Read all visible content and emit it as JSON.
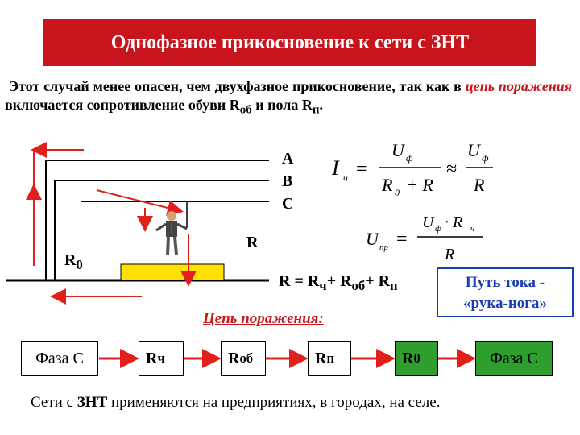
{
  "title": "Однофазное прикосновение к сети с ЗНТ",
  "intro": {
    "part1": "Этот случай менее опасен, чем двухфазное прикосновение, так как в ",
    "highlight": "цепь поражения",
    "part2": " включается сопротивление обуви R",
    "sub_ob": "об",
    "part3": " и пола R",
    "sub_p": "п",
    "part4": "."
  },
  "phases": {
    "a": "A",
    "b": "B",
    "c": "C"
  },
  "labels": {
    "r0": "R",
    "r0_sub": "0",
    "r": "R"
  },
  "formulas": {
    "current_I": "I",
    "current_sub": "ч",
    "u": "U",
    "u_sub": "ф",
    "r0": "R",
    "r0_sub": "0",
    "plus_r": "+ R",
    "r": "R",
    "u_pr": "U",
    "u_pr_sub": "пр",
    "rch": "· R",
    "rch_sub": "ч"
  },
  "resistance_sum": {
    "lhs": "R = R",
    "s1": "ч",
    "plus1": "+ R",
    "s2": "об",
    "plus2": "+ R",
    "s3": "п"
  },
  "current_path": {
    "line1": "Путь тока -",
    "line2": "«рука-нога»"
  },
  "circuit_caption": "Цепь поражения:",
  "chain": [
    {
      "main": "Фаза С",
      "sub": ""
    },
    {
      "main": "R",
      "sub": "ч"
    },
    {
      "main": "R",
      "sub": "об"
    },
    {
      "main": "R",
      "sub": "п"
    },
    {
      "main": "R",
      "sub": "0"
    },
    {
      "main": "Фаза С",
      "sub": ""
    }
  ],
  "footer": {
    "p1": "Сети с ",
    "bold": "ЗНТ",
    "p2": " применяются  на предприятиях, в городах, на селе."
  },
  "colors": {
    "title_bg": "#c8141c",
    "arrow": "#e0201a",
    "path_blue": "#1a3fb3",
    "green": "#2e9e2e",
    "floor_yellow": "#ffe000"
  }
}
